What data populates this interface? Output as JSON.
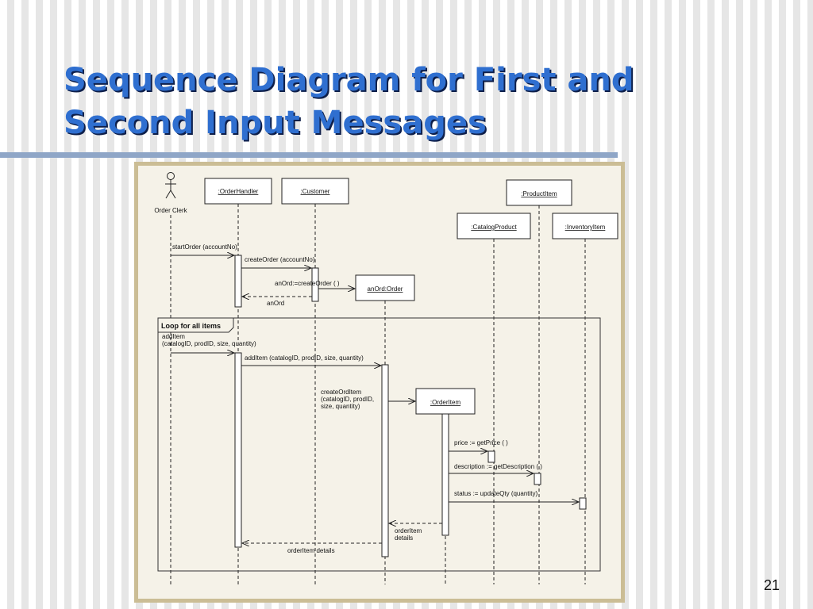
{
  "slide": {
    "title_line1": "Sequence Diagram for First and",
    "title_line2": "Second Input Messages",
    "page_number": "21"
  },
  "diagram": {
    "actor": {
      "label": "Order Clerk"
    },
    "objects": {
      "order_handler": ":OrderHandler",
      "customer": ":Customer",
      "product_item": ":ProductItem",
      "catalog_product": ":CatalogProduct",
      "inventory_item": ":InventoryItem",
      "an_ord_order": "anOrd:Order",
      "order_item": ":OrderItem"
    },
    "loop": {
      "label": "Loop for all items"
    },
    "messages": {
      "start_order": "startOrder (accountNo)",
      "create_order": "createOrder (accountNo)",
      "an_ord_create": "anOrd:=createOrder ( )",
      "an_ord_return": "anOrd",
      "add_item_1_line1": "addItem",
      "add_item_1_line2": "(catalogID, prodID, size, quantity)",
      "add_item_2": "addItem (catalogID, prodID, size, quantity)",
      "create_ord_item_line1": "createOrdItem",
      "create_ord_item_line2": "(catalogID, prodID,",
      "create_ord_item_line3": "size, quantity)",
      "get_price": "price := getPrice ( )",
      "get_description": "description := getDescription ( )",
      "update_qty": "status := updateQty (quantity)",
      "order_item_details_line1": "orderItem",
      "order_item_details_line2": "details",
      "order_item_details_2": "orderItem details"
    }
  }
}
